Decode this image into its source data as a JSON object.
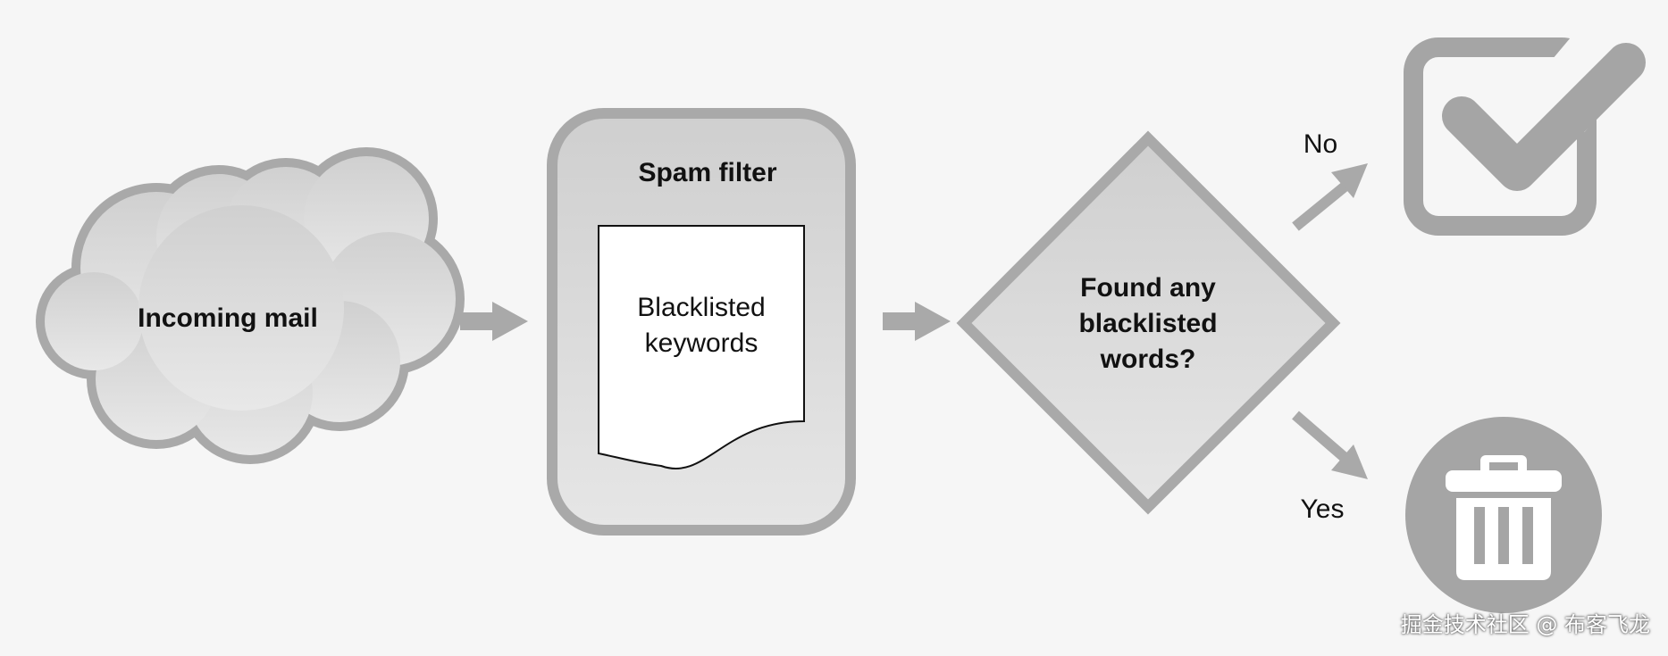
{
  "nodes": {
    "incoming_mail": {
      "label": "Incoming mail"
    },
    "spam_filter": {
      "title": "Spam filter",
      "document_line1": "Blacklisted",
      "document_line2": "keywords"
    },
    "decision": {
      "line1": "Found any",
      "line2": "blacklisted",
      "line3": "words?"
    }
  },
  "edges": {
    "no_label": "No",
    "yes_label": "Yes"
  },
  "icons": {
    "accept": "checkbox-check-icon",
    "reject": "trash-icon"
  },
  "colors": {
    "background": "#f6f6f6",
    "shape_fill_top": "#d4d4d4",
    "shape_fill_bottom": "#e4e4e4",
    "stroke": "#a9a9a9",
    "icon": "#a5a5a5",
    "text": "#111111"
  },
  "watermark": "掘金技术社区 @ 布客飞龙"
}
